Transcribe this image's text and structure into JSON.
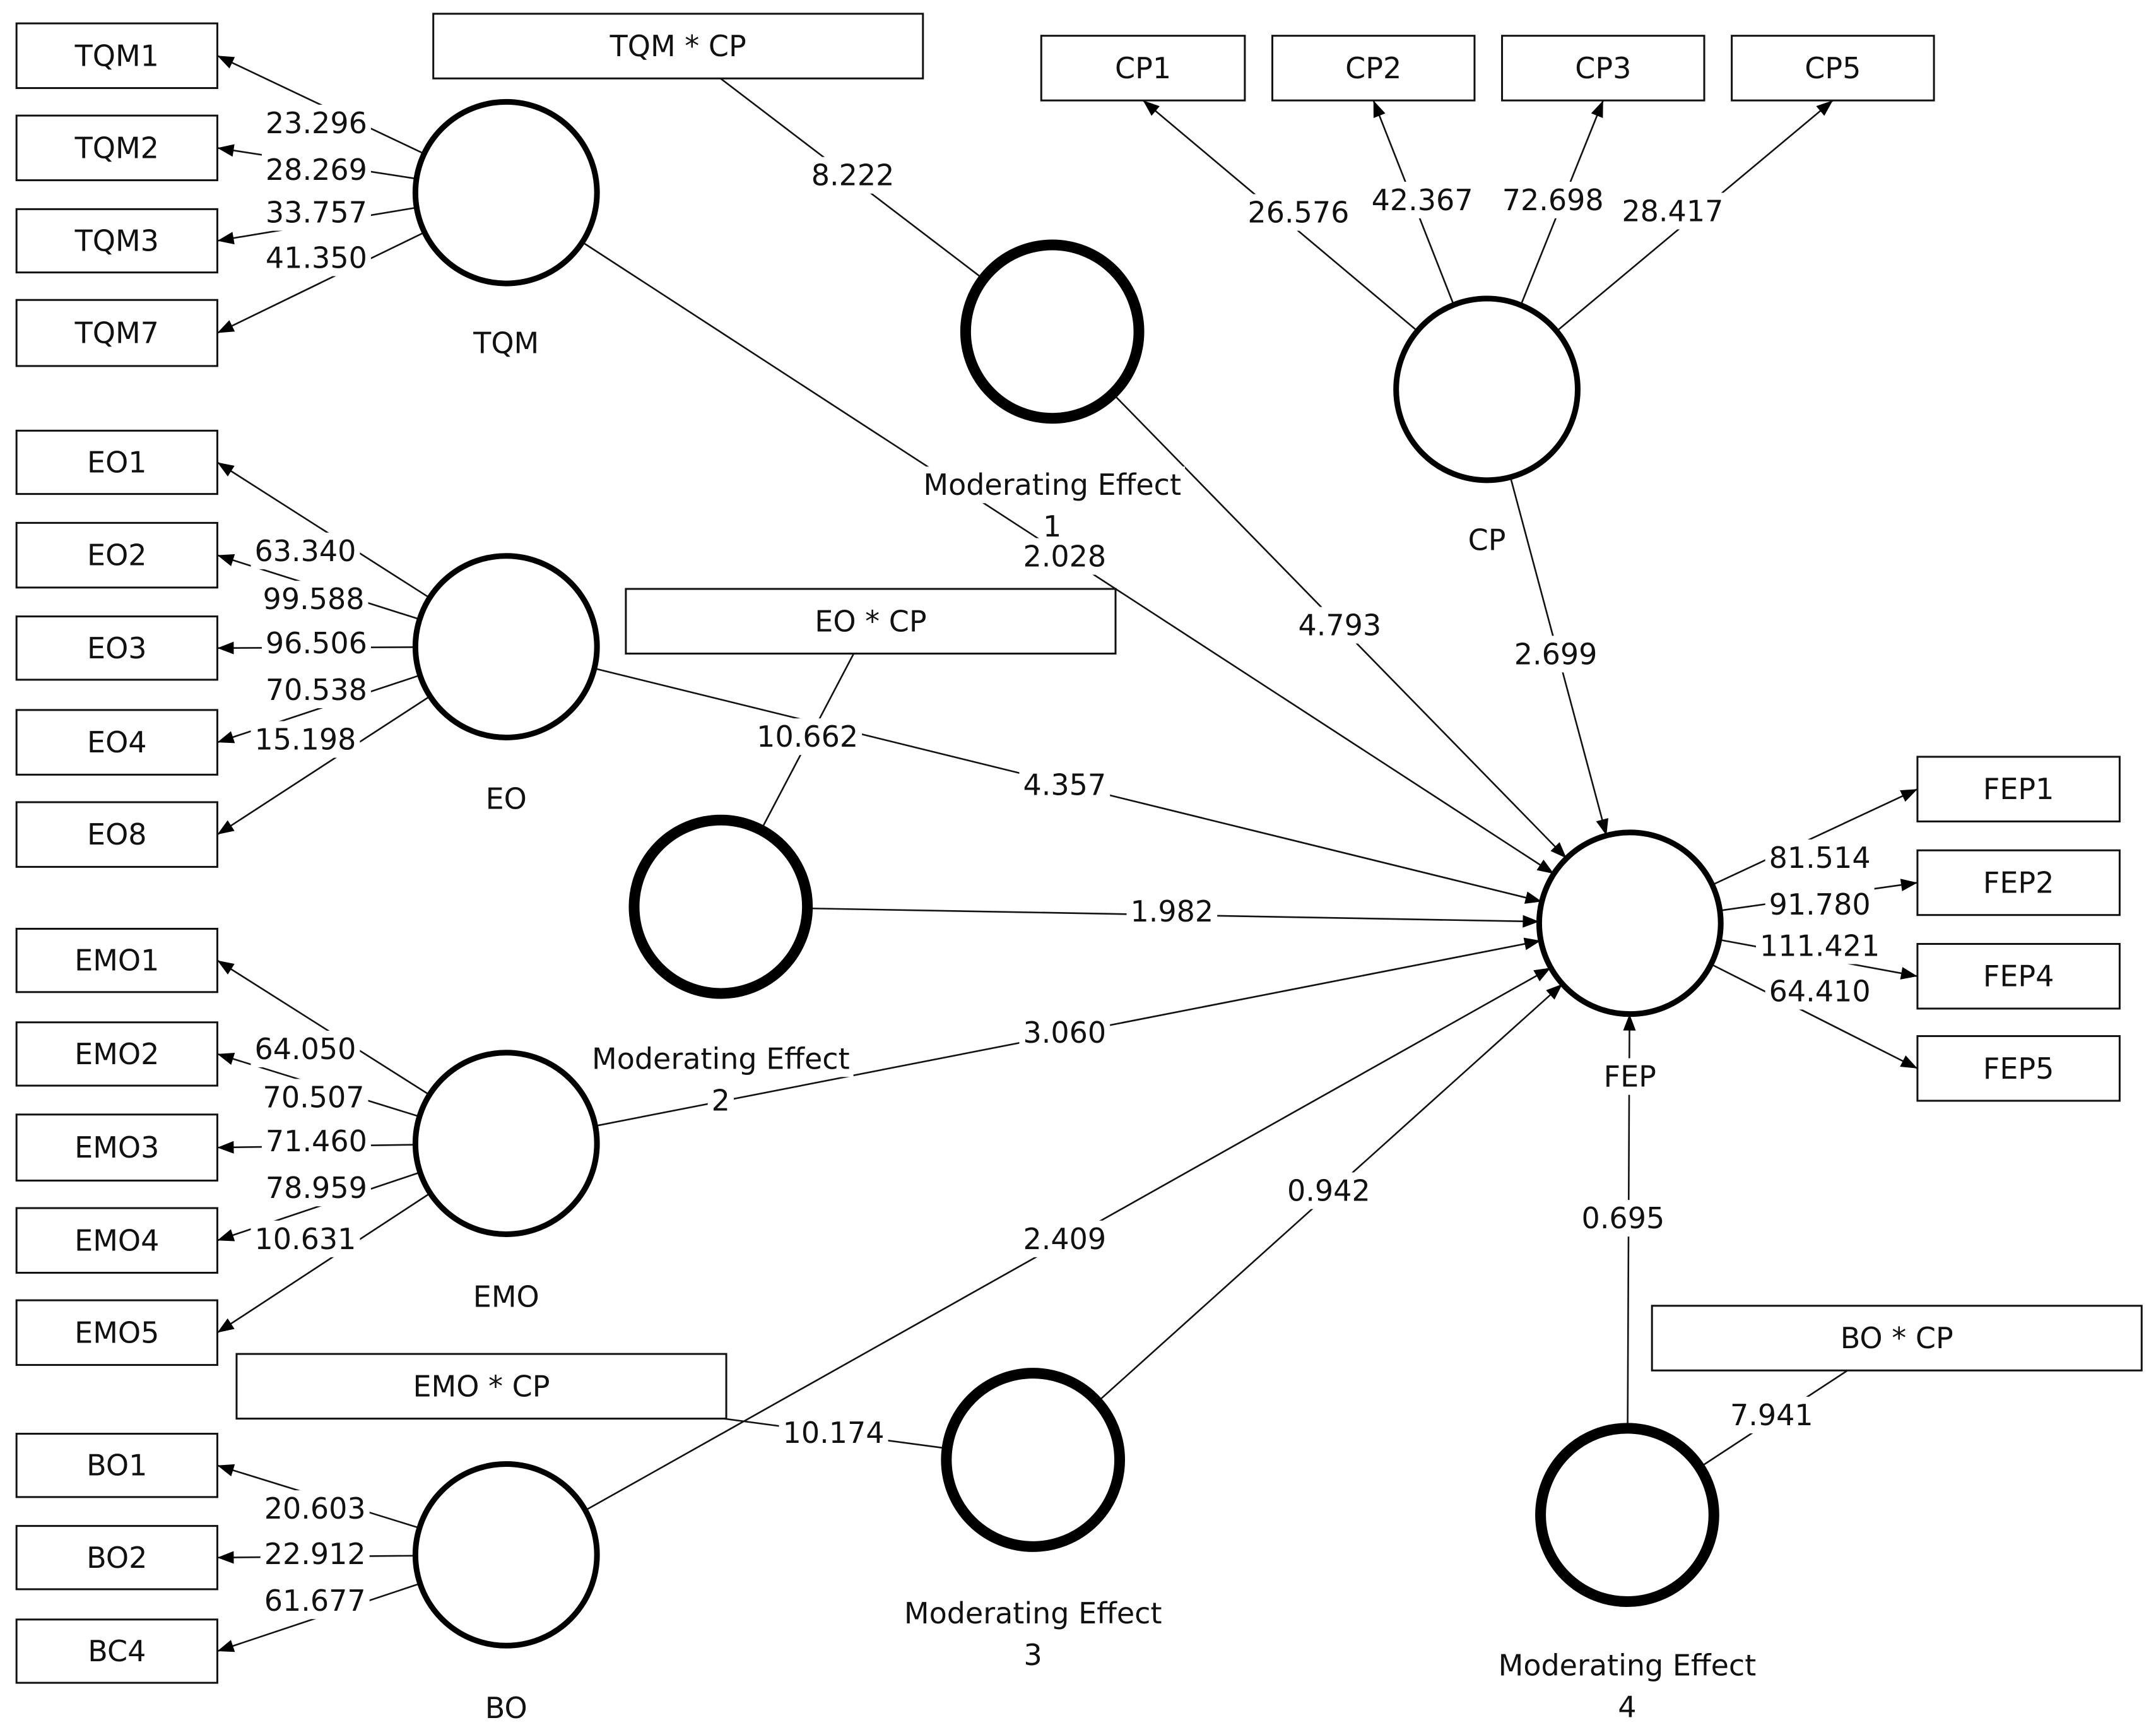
{
  "indicators": [
    {
      "id": "TQM1",
      "label": "TQM1"
    },
    {
      "id": "TQM2",
      "label": "TQM2"
    },
    {
      "id": "TQM3",
      "label": "TQM3"
    },
    {
      "id": "TQM7",
      "label": "TQM7"
    },
    {
      "id": "EO1",
      "label": "EO1"
    },
    {
      "id": "EO2",
      "label": "EO2"
    },
    {
      "id": "EO3",
      "label": "EO3"
    },
    {
      "id": "EO4",
      "label": "EO4"
    },
    {
      "id": "EO8",
      "label": "EO8"
    },
    {
      "id": "EMO1",
      "label": "EMO1"
    },
    {
      "id": "EMO2",
      "label": "EMO2"
    },
    {
      "id": "EMO3",
      "label": "EMO3"
    },
    {
      "id": "EMO4",
      "label": "EMO4"
    },
    {
      "id": "EMO5",
      "label": "EMO5"
    },
    {
      "id": "BO1",
      "label": "BO1"
    },
    {
      "id": "BO2",
      "label": "BO2"
    },
    {
      "id": "BC4",
      "label": "BC4"
    },
    {
      "id": "CP1",
      "label": "CP1"
    },
    {
      "id": "CP2",
      "label": "CP2"
    },
    {
      "id": "CP3",
      "label": "CP3"
    },
    {
      "id": "CP5",
      "label": "CP5"
    },
    {
      "id": "FEP1",
      "label": "FEP1"
    },
    {
      "id": "FEP2",
      "label": "FEP2"
    },
    {
      "id": "FEP4",
      "label": "FEP4"
    },
    {
      "id": "FEP5",
      "label": "FEP5"
    },
    {
      "id": "TQMxCP",
      "label": "TQM * CP"
    },
    {
      "id": "EOxCP",
      "label": "EO * CP"
    },
    {
      "id": "EMOxCP",
      "label": "EMO * CP"
    },
    {
      "id": "BOxCP",
      "label": "BO * CP"
    }
  ],
  "latents": [
    {
      "id": "TQM",
      "label": [
        "TQM"
      ]
    },
    {
      "id": "EO",
      "label": [
        "EO"
      ]
    },
    {
      "id": "EMO",
      "label": [
        "EMO"
      ]
    },
    {
      "id": "BO",
      "label": [
        "BO"
      ]
    },
    {
      "id": "CP",
      "label": [
        "CP"
      ]
    },
    {
      "id": "FEP",
      "label": [
        "FEP"
      ]
    },
    {
      "id": "ME1",
      "label": [
        "Moderating Effect",
        "1"
      ]
    },
    {
      "id": "ME2",
      "label": [
        "Moderating Effect",
        "2"
      ]
    },
    {
      "id": "ME3",
      "label": [
        "Moderating Effect",
        "3"
      ]
    },
    {
      "id": "ME4",
      "label": [
        "Moderating Effect",
        "4"
      ]
    }
  ],
  "outer_loadings": [
    {
      "latent": "TQM",
      "indicator": "TQM1",
      "value": "23.296"
    },
    {
      "latent": "TQM",
      "indicator": "TQM2",
      "value": "28.269"
    },
    {
      "latent": "TQM",
      "indicator": "TQM3",
      "value": "33.757"
    },
    {
      "latent": "TQM",
      "indicator": "TQM7",
      "value": "41.350"
    },
    {
      "latent": "EO",
      "indicator": "EO1",
      "value": "63.340"
    },
    {
      "latent": "EO",
      "indicator": "EO2",
      "value": "99.588"
    },
    {
      "latent": "EO",
      "indicator": "EO3",
      "value": "96.506"
    },
    {
      "latent": "EO",
      "indicator": "EO4",
      "value": "70.538"
    },
    {
      "latent": "EO",
      "indicator": "EO8",
      "value": "15.198"
    },
    {
      "latent": "EMO",
      "indicator": "EMO1",
      "value": "64.050"
    },
    {
      "latent": "EMO",
      "indicator": "EMO2",
      "value": "70.507"
    },
    {
      "latent": "EMO",
      "indicator": "EMO3",
      "value": "71.460"
    },
    {
      "latent": "EMO",
      "indicator": "EMO4",
      "value": "78.959"
    },
    {
      "latent": "EMO",
      "indicator": "EMO5",
      "value": "10.631"
    },
    {
      "latent": "BO",
      "indicator": "BO1",
      "value": "20.603"
    },
    {
      "latent": "BO",
      "indicator": "BO2",
      "value": "22.912"
    },
    {
      "latent": "BO",
      "indicator": "BC4",
      "value": "61.677"
    },
    {
      "latent": "CP",
      "indicator": "CP1",
      "value": "26.576"
    },
    {
      "latent": "CP",
      "indicator": "CP2",
      "value": "42.367"
    },
    {
      "latent": "CP",
      "indicator": "CP3",
      "value": "72.698"
    },
    {
      "latent": "CP",
      "indicator": "CP5",
      "value": "28.417"
    },
    {
      "latent": "FEP",
      "indicator": "FEP1",
      "value": "81.514"
    },
    {
      "latent": "FEP",
      "indicator": "FEP2",
      "value": "91.780"
    },
    {
      "latent": "FEP",
      "indicator": "FEP4",
      "value": "111.421"
    },
    {
      "latent": "FEP",
      "indicator": "FEP5",
      "value": "64.410"
    },
    {
      "latent": "ME1",
      "indicator": "TQMxCP",
      "value": "8.222"
    },
    {
      "latent": "ME2",
      "indicator": "EOxCP",
      "value": "10.662"
    },
    {
      "latent": "ME3",
      "indicator": "EMOxCP",
      "value": "10.174"
    },
    {
      "latent": "ME4",
      "indicator": "BOxCP",
      "value": "7.941"
    }
  ],
  "inner_paths": [
    {
      "from": "TQM",
      "to": "FEP",
      "value": "2.028"
    },
    {
      "from": "EO",
      "to": "FEP",
      "value": "4.357"
    },
    {
      "from": "EMO",
      "to": "FEP",
      "value": "3.060"
    },
    {
      "from": "BO",
      "to": "FEP",
      "value": "2.409"
    },
    {
      "from": "CP",
      "to": "FEP",
      "value": "2.699"
    },
    {
      "from": "ME1",
      "to": "FEP",
      "value": "4.793"
    },
    {
      "from": "ME2",
      "to": "FEP",
      "value": "1.982"
    },
    {
      "from": "ME3",
      "to": "FEP",
      "value": "0.942"
    },
    {
      "from": "ME4",
      "to": "FEP",
      "value": "0.695"
    }
  ]
}
